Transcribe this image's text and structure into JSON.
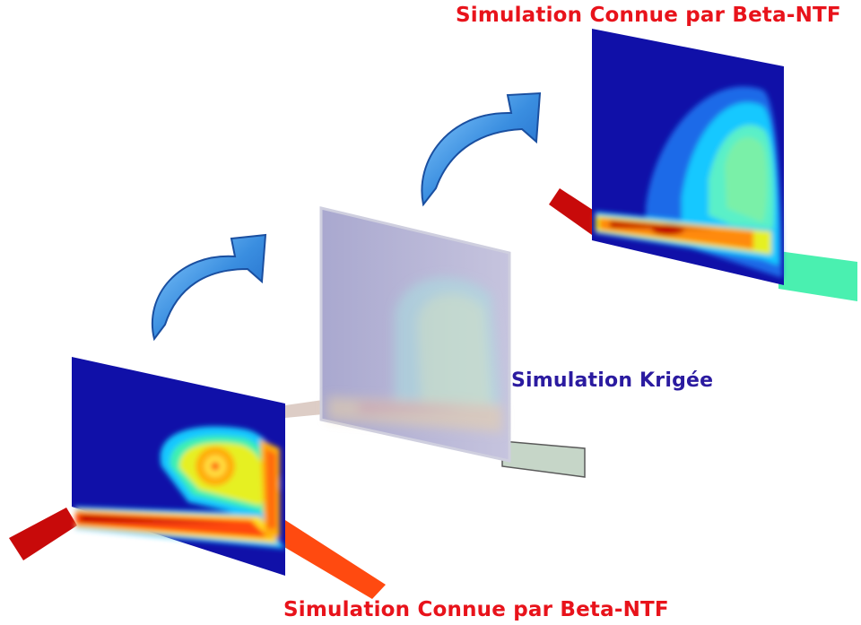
{
  "labels": {
    "top": "Simulation Connue par Beta-NTF",
    "middle": "Simulation Krigée",
    "bottom": "Simulation Connue par Beta-NTF"
  },
  "colors": {
    "known_label": "#e8131b",
    "kriged_label": "#2b1ba0",
    "field_background": "#1010a8",
    "jet_core": "#c00000",
    "arrow_blue": "#3a8ee0",
    "kriged_panel": "#b8b8d8"
  },
  "icons": {
    "arrow_left": "curved-arrow-icon",
    "arrow_right": "curved-arrow-icon"
  }
}
